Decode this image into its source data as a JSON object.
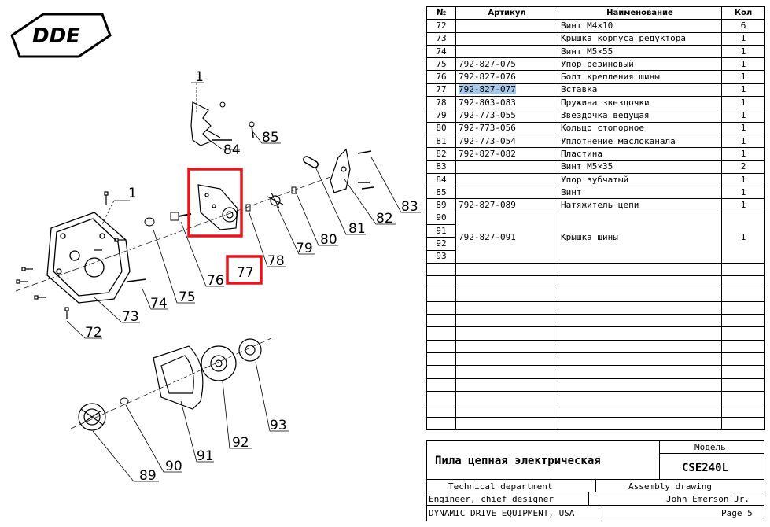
{
  "logo": "DDE",
  "table": {
    "headers": {
      "num": "№",
      "article": "Артикул",
      "name": "Наименование",
      "qty": "Кол"
    },
    "rows": [
      {
        "num": "72",
        "article": "",
        "name": "Винт M4×10",
        "qty": "6"
      },
      {
        "num": "73",
        "article": "",
        "name": "Крышка корпуса редуктора",
        "qty": "1"
      },
      {
        "num": "74",
        "article": "",
        "name": "Винт M5×55",
        "qty": "1"
      },
      {
        "num": "75",
        "article": "792-827-075",
        "name": "Упор резиновый",
        "qty": "1"
      },
      {
        "num": "76",
        "article": "792-827-076",
        "name": "Болт крепления шины",
        "qty": "1"
      },
      {
        "num": "77",
        "article": "792-827-077",
        "name": "Вставка",
        "qty": "1",
        "highlight": true
      },
      {
        "num": "78",
        "article": "792-803-083",
        "name": "Пружина звездочки",
        "qty": "1"
      },
      {
        "num": "79",
        "article": "792-773-055",
        "name": "Звездочка ведущая",
        "qty": "1"
      },
      {
        "num": "80",
        "article": "792-773-056",
        "name": "Кольцо стопорное",
        "qty": "1"
      },
      {
        "num": "81",
        "article": "792-773-054",
        "name": "Уплотнение маслоканала",
        "qty": "1"
      },
      {
        "num": "82",
        "article": "792-827-082",
        "name": "Пластина",
        "qty": "1"
      },
      {
        "num": "83",
        "article": "",
        "name": "Винт M5×35",
        "qty": "2"
      },
      {
        "num": "84",
        "article": "",
        "name": "Упор зубчатый",
        "qty": "1"
      },
      {
        "num": "85",
        "article": "",
        "name": "Винт",
        "qty": "1"
      },
      {
        "num": "89",
        "article": "792-827-089",
        "name": "Натяжитель цепи",
        "qty": "1"
      }
    ],
    "group": {
      "nums": [
        "90",
        "91",
        "92",
        "93"
      ],
      "article": "792-827-091",
      "name": "Крышка шины",
      "qty": "1"
    }
  },
  "title_block": {
    "model_label": "Модель",
    "product": "Пила цепная электрическая",
    "model": "CSE240L",
    "department": "Technical department",
    "drawing_type": "Assembly drawing",
    "role": "Engineer, chief designer",
    "person": "John Emerson Jr.",
    "company": "DYNAMIC DRIVE EQUIPMENT, USA",
    "page": "Page 5"
  },
  "callouts": [
    "1",
    "84",
    "85",
    "1",
    "72",
    "73",
    "74",
    "75",
    "76",
    "77",
    "78",
    "79",
    "80",
    "81",
    "82",
    "83",
    "89",
    "90",
    "91",
    "92",
    "93"
  ],
  "colors": {
    "highlight_box": "#e8141b",
    "row_highlight": "#a8c8e8"
  }
}
